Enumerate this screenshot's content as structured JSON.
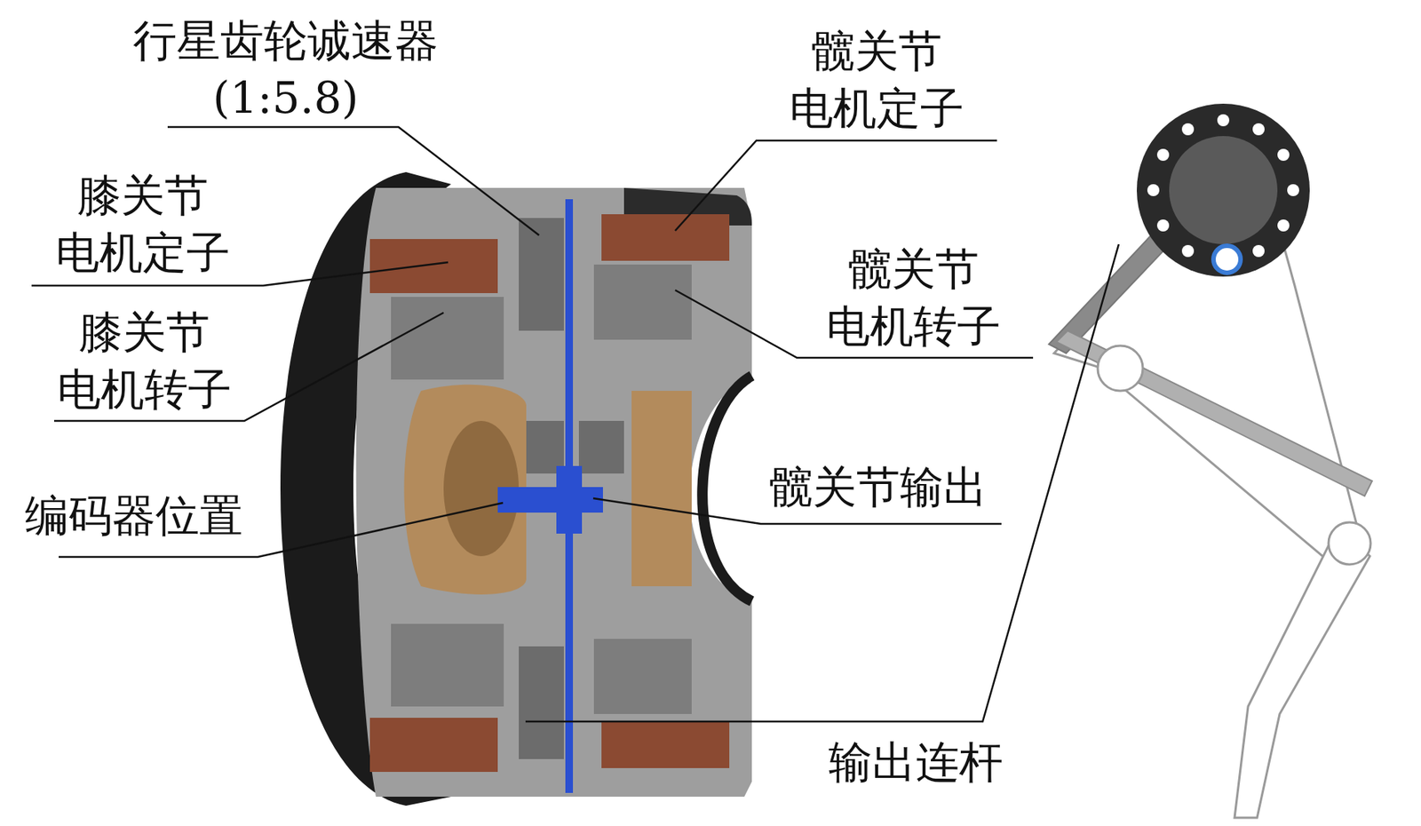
{
  "diagram": {
    "labels": [
      "行星齿轮诚速器 (1:5.8)",
      "髋关节 电机定子",
      "膝关节 电机定子",
      "髋关节 电机转子",
      "膝关节 电机转子",
      "髋关节输出",
      "编码器位置",
      "输出连杆"
    ]
  }
}
